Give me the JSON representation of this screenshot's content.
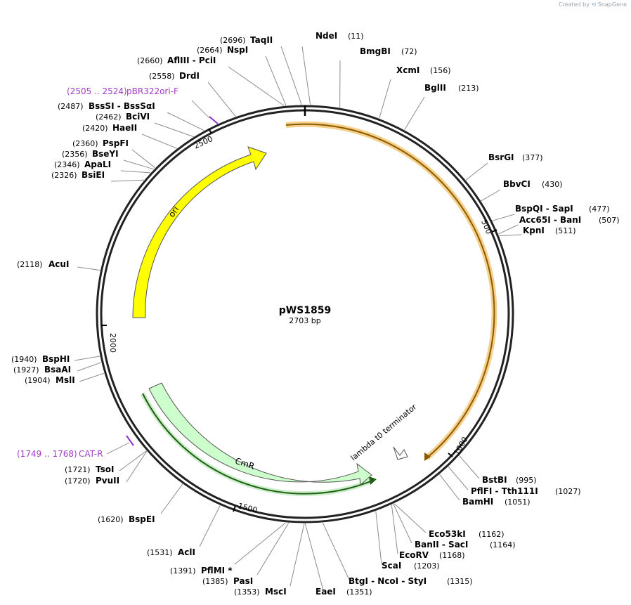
{
  "credit": {
    "prefix": "Created by",
    "brand": "SnapGene"
  },
  "plasmid": {
    "name": "pWS1859",
    "length": "2703 bp"
  },
  "ticks": [
    "500",
    "1000",
    "1500",
    "2000",
    "2500"
  ],
  "features": [
    {
      "name": "ori",
      "color": "#ffff00"
    },
    {
      "name": "CmR",
      "color": "#ccffcc"
    },
    {
      "name": "lambda t0 terminator",
      "color": "#ffffff"
    }
  ],
  "primers": [
    {
      "pos": "(2505 .. 2524)",
      "name": "pBR322ori-F"
    },
    {
      "pos": "(1749 .. 1768)",
      "name": "CAT-R"
    }
  ],
  "sites": [
    {
      "pos": "(2696)",
      "name": "TaqII"
    },
    {
      "pos": "(2664)",
      "name": "NspI"
    },
    {
      "pos": "(2660)",
      "name": "AflIII  - PciI"
    },
    {
      "pos": "(2558)",
      "name": "DrdI"
    },
    {
      "pos": "(2487)",
      "name": "BssSI  - BssSαI"
    },
    {
      "pos": "(2462)",
      "name": "BciVI"
    },
    {
      "pos": "(2420)",
      "name": "HaeII"
    },
    {
      "pos": "(2360)",
      "name": "PspFI"
    },
    {
      "pos": "(2356)",
      "name": "BseYI"
    },
    {
      "pos": "(2346)",
      "name": "ApaLI"
    },
    {
      "pos": "(2326)",
      "name": "BsiEI"
    },
    {
      "pos": "(2118)",
      "name": "AcuI"
    },
    {
      "pos": "(1940)",
      "name": "BspHI"
    },
    {
      "pos": "(1927)",
      "name": "BsaAI"
    },
    {
      "pos": "(1904)",
      "name": "MslI"
    },
    {
      "pos": "(1721)",
      "name": "TsoI"
    },
    {
      "pos": "(1720)",
      "name": "PvuII"
    },
    {
      "pos": "(1620)",
      "name": "BspEI"
    },
    {
      "pos": "(1531)",
      "name": "AclI"
    },
    {
      "pos": "(1391)",
      "name": "PflMI *"
    },
    {
      "pos": "(1385)",
      "name": "PasI"
    },
    {
      "pos": "(1353)",
      "name": "MscI"
    },
    {
      "pos": "(11)",
      "name": "NdeI"
    },
    {
      "pos": "(72)",
      "name": "BmgBI"
    },
    {
      "pos": "(156)",
      "name": "XcmI"
    },
    {
      "pos": "(213)",
      "name": "BglII"
    },
    {
      "pos": "(377)",
      "name": "BsrGI"
    },
    {
      "pos": "(430)",
      "name": "BbvCI"
    },
    {
      "pos": "(477)",
      "name": "BspQI  - SapI"
    },
    {
      "pos": "(507)",
      "name": "Acc65I  - BanI"
    },
    {
      "pos": "(511)",
      "name": "KpnI"
    },
    {
      "pos": "(995)",
      "name": "BstBI"
    },
    {
      "pos": "(1027)",
      "name": "PflFI  - Tth111I"
    },
    {
      "pos": "(1051)",
      "name": "BamHI"
    },
    {
      "pos": "(1162)",
      "name": "Eco53kI"
    },
    {
      "pos": "(1164)",
      "name": "BanII  - SacI"
    },
    {
      "pos": "(1168)",
      "name": "EcoRV"
    },
    {
      "pos": "(1203)",
      "name": "ScaI"
    },
    {
      "pos": "(1315)",
      "name": "BtgI  - NcoI  - StyI"
    },
    {
      "pos": "(1351)",
      "name": "EaeI"
    }
  ]
}
